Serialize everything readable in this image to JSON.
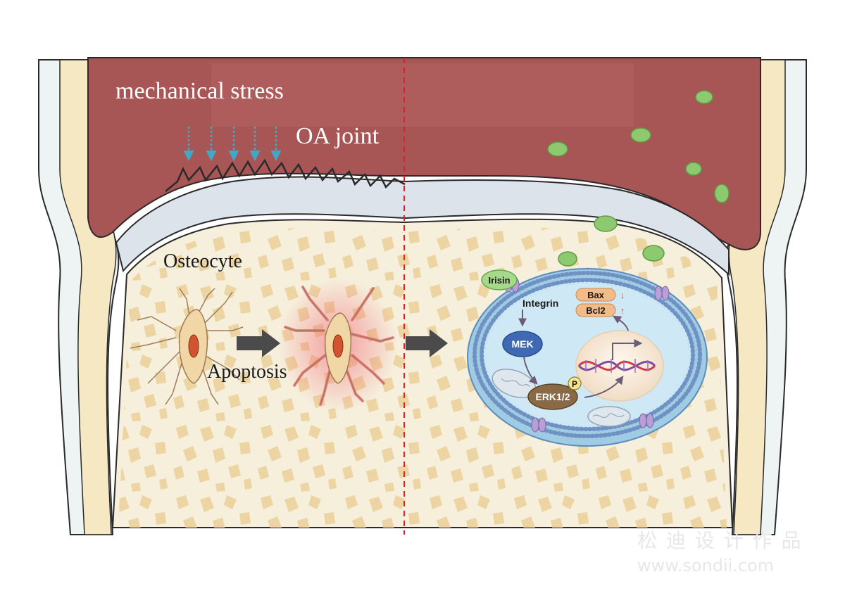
{
  "labels": {
    "mechanical_stress": "mechanical stress",
    "oa_joint": "OA joint",
    "osteocyte": "Osteocyte",
    "apoptosis": "Apoptosis"
  },
  "pathway": {
    "irisin": "Irisin",
    "integrin": "Integrin",
    "mek": "MEK",
    "erk": "ERK1/2",
    "phospho": "P",
    "bax": "Bax",
    "bcl2": "Bcl2",
    "bax_trend": "↓",
    "bcl2_trend": "↑"
  },
  "watermark": {
    "line1": "松 迪 设 计 作 品",
    "line2": "www.sondii.com"
  },
  "colors": {
    "synovial_red": "#a85556",
    "cartilage_gray": "#dde3ea",
    "bone_cream": "#f6efdc",
    "trabecula": "#ecd3a0",
    "cell_blue": "#b9dcee",
    "membrane_dot": "#6f91c4",
    "stress_arrow": "#3fa9c6",
    "divider_red": "#d8232a",
    "green_particle": "#8dc96f",
    "mek_blue": "#3f6ab3",
    "erk_brown": "#8a6a45",
    "bax_orange": "#f3bb88"
  }
}
